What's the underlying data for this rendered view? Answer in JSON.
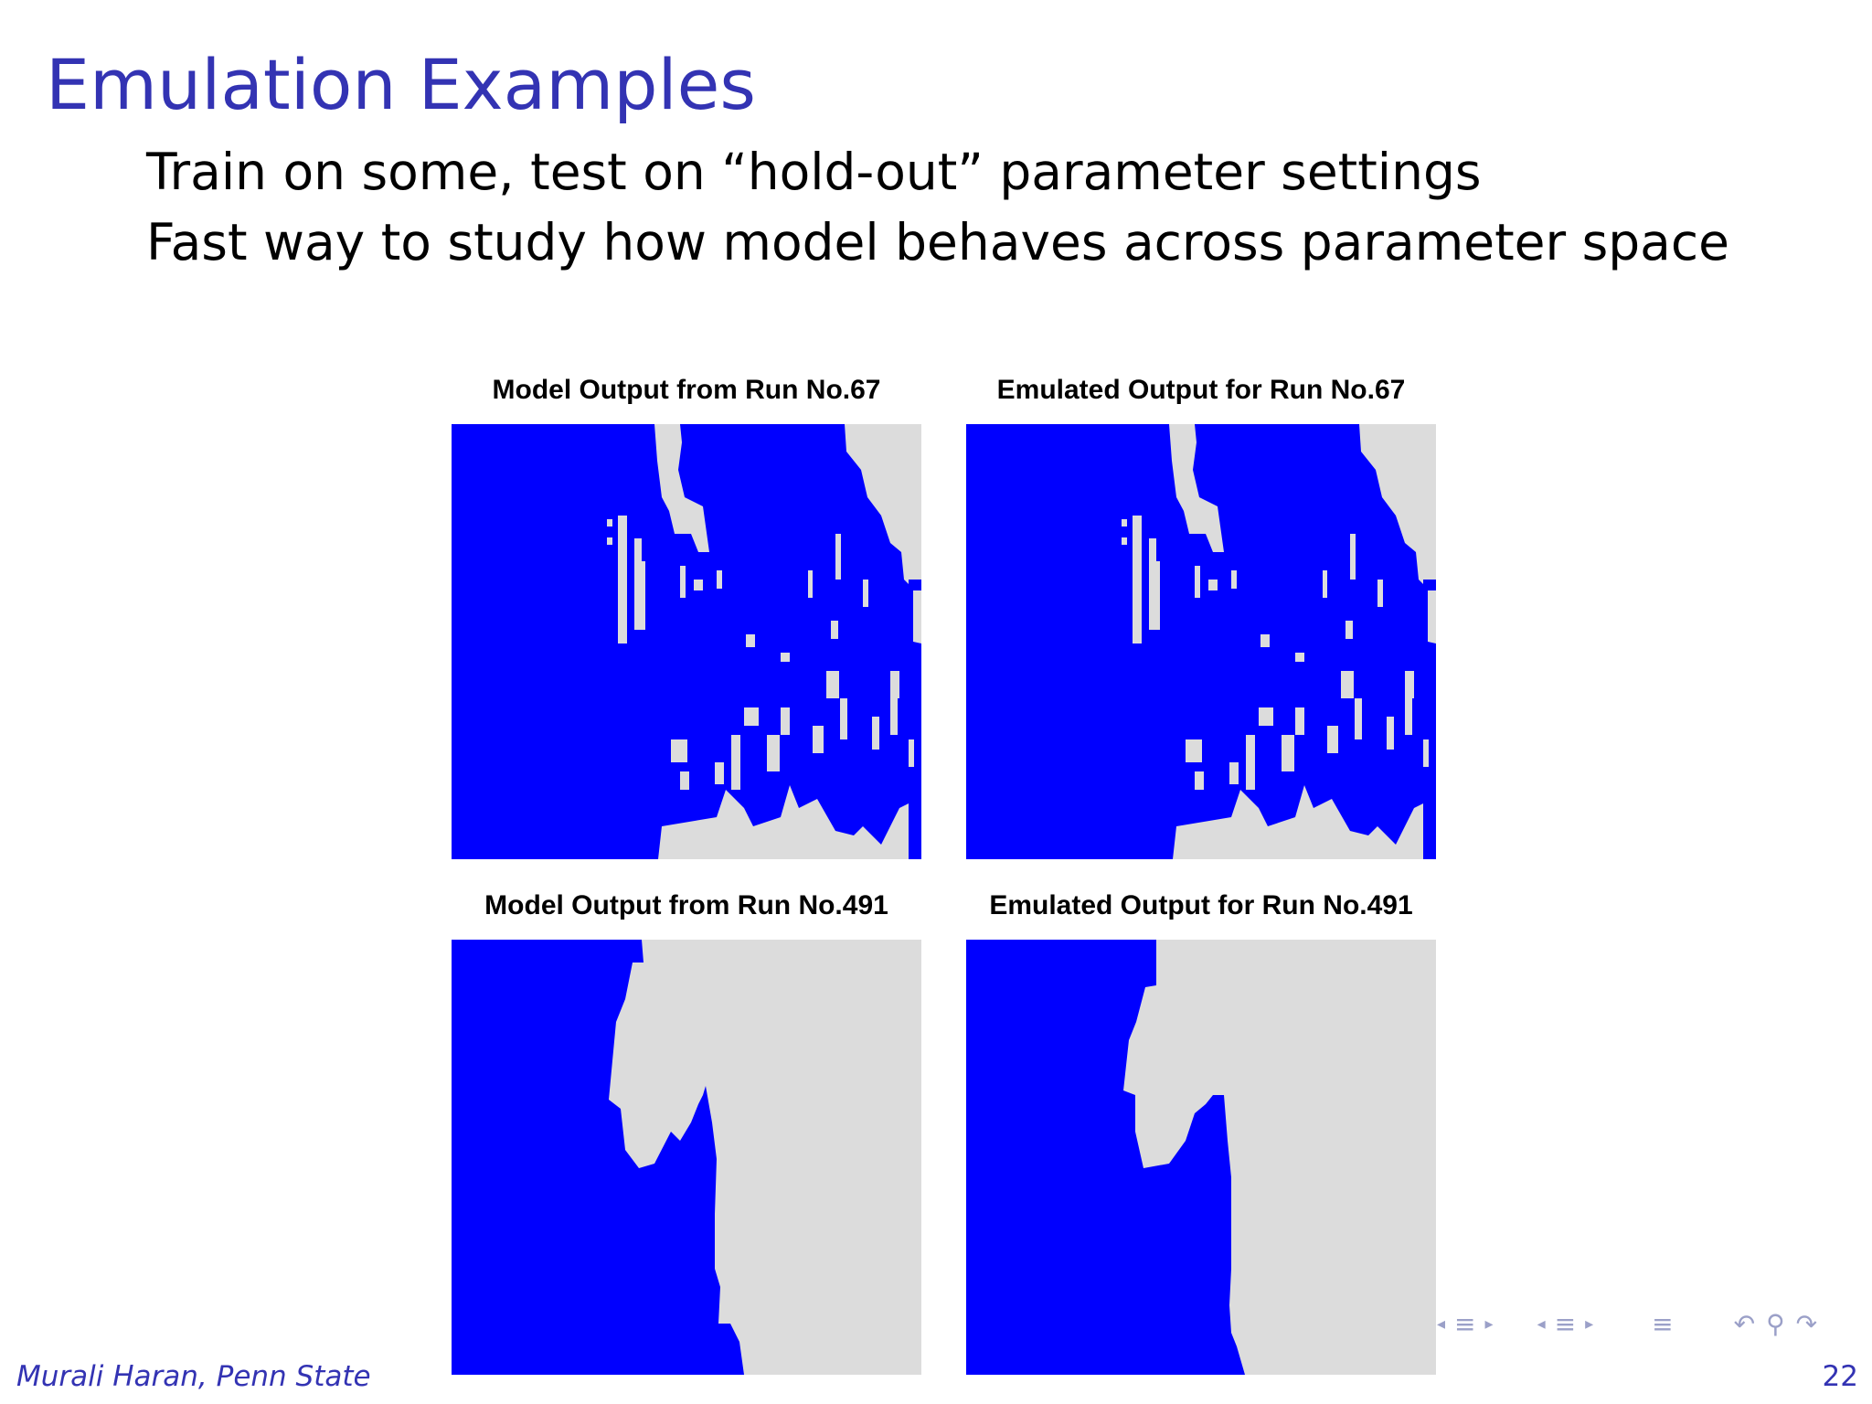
{
  "slide": {
    "title": "Emulation Examples",
    "bullets": [
      "Train on some, test on “hold-out” parameter settings",
      "Fast way to study how model behaves across parameter space"
    ]
  },
  "figure": {
    "panels": [
      {
        "title": "Model Output from Run No.67",
        "pattern": "a"
      },
      {
        "title": "Emulated Output for Run No.67",
        "pattern": "a"
      },
      {
        "title": "Model Output from Run No.491",
        "pattern": "b"
      },
      {
        "title": "Emulated Output for Run No.491",
        "pattern": "c"
      }
    ],
    "colors": {
      "blue": "#0000ff",
      "gray": "#dcdcdc"
    }
  },
  "footer": {
    "author": "Murali Haran, Penn State",
    "page_number": "22"
  },
  "nav_icons": [
    "frame-prev-icon",
    "frame-icon",
    "frame-next-icon",
    "section-prev-icon",
    "section-icon",
    "section-next-icon",
    "subsection-icon",
    "back-icon",
    "search-icon",
    "forward-icon"
  ]
}
